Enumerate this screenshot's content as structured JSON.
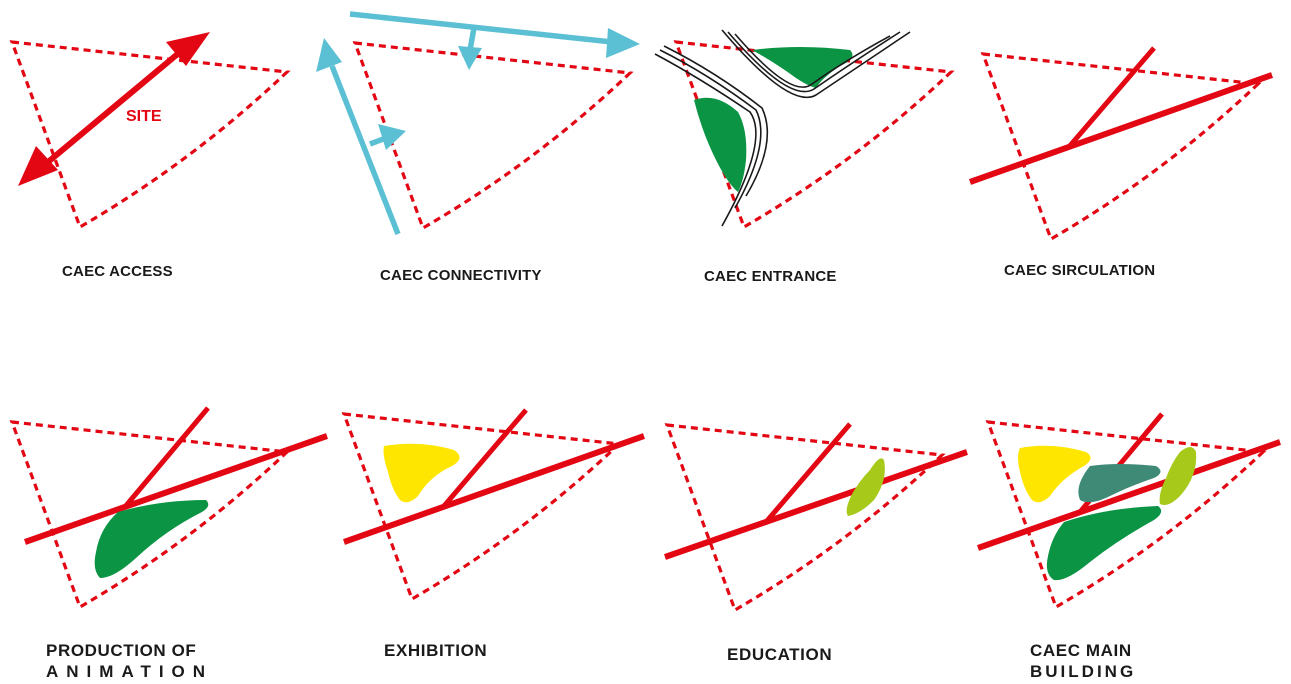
{
  "colors": {
    "site_boundary": "#e30613",
    "circulation": "#e30613",
    "connectivity": "#5bc0d3",
    "animation_zone": "#0b9444",
    "exhibition_zone": "#ffe600",
    "education_zone": "#a6c91a",
    "main_building_zone": "#3f8a76",
    "path_lines": "#1a1a1a"
  },
  "site_label": "SITE",
  "panels": [
    {
      "id": "access",
      "caption": "CAEC ACCESS"
    },
    {
      "id": "connectivity",
      "caption": "CAEC CONNECTIVITY"
    },
    {
      "id": "entrance",
      "caption": "CAEC ENTRANCE"
    },
    {
      "id": "sirculation",
      "caption": "CAEC SIRCULATION"
    },
    {
      "id": "production",
      "caption_line1": "PRODUCTION OF",
      "caption_line2": "ANIMATION"
    },
    {
      "id": "exhibition",
      "caption": "EXHIBITION"
    },
    {
      "id": "education",
      "caption": "EDUCATION"
    },
    {
      "id": "main_building",
      "caption_line1": "CAEC MAIN",
      "caption_line2": "BUILDING"
    }
  ]
}
